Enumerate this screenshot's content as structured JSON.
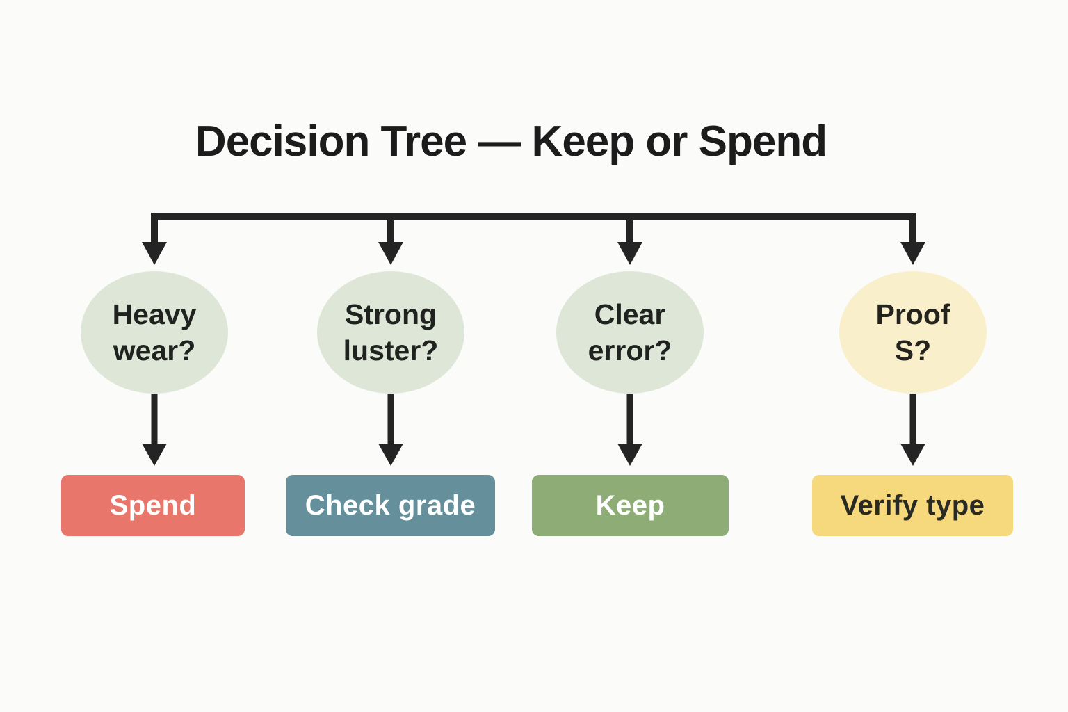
{
  "title": "Decision Tree — Keep or Spend",
  "colors": {
    "background": "#fbfbf9",
    "line": "#242424",
    "title_text": "#1c1c1c"
  },
  "tree": {
    "branches": [
      {
        "question": "Heavy wear?",
        "question_bg": "#dee7d7",
        "question_fg": "#1f221e",
        "action": "Spend",
        "action_bg": "#e8766a",
        "action_fg": "#ffffff"
      },
      {
        "question": "Strong luster?",
        "question_bg": "#dee7d7",
        "question_fg": "#1f221e",
        "action": "Check grade",
        "action_bg": "#65909b",
        "action_fg": "#ffffff"
      },
      {
        "question": "Clear error?",
        "question_bg": "#dee7d7",
        "question_fg": "#1f221e",
        "action": "Keep",
        "action_bg": "#8ead76",
        "action_fg": "#ffffff"
      },
      {
        "question": "Proof S?",
        "question_bg": "#f9efca",
        "question_fg": "#24231d",
        "action": "Verify type",
        "action_bg": "#f6d87d",
        "action_fg": "#2a2a24"
      }
    ]
  }
}
